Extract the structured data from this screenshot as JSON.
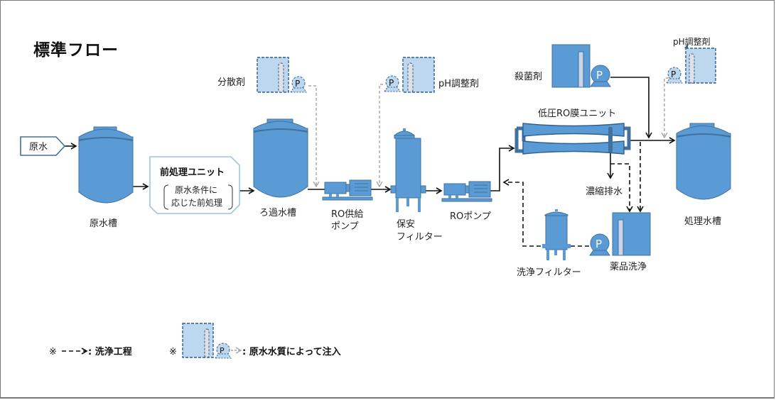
{
  "title": "標準フロー",
  "colors": {
    "equipment": "#5b9bd5",
    "equipment_stroke": "#41719c",
    "optional_fill": "#bdd7ee",
    "optional_stroke": "#2e5f8f",
    "gauge": "#c9d4ea",
    "flow_line": "#111111",
    "optional_line": "#a6a6a6",
    "pretreat_border": "#9dc3e6",
    "raw_border": "#41719c"
  },
  "nodes": {
    "raw_water": "原水",
    "raw_tank": "原水槽",
    "pretreatment_title": "前処理ユニット",
    "pretreatment_line1": "原水条件に",
    "pretreatment_line2": "応じた前処理",
    "filtered_tank": "ろ過水槽",
    "dispersant": "分散剤",
    "ro_feed_pump_line1": "RO供給",
    "ro_feed_pump_line2": "ポンプ",
    "ph_adjuster_1": "pH調整剤",
    "safety_filter_line1": "保安",
    "safety_filter_line2": "フィルター",
    "ro_pump": "ROポンプ",
    "ro_membrane_unit": "低圧RO膜ユニット",
    "sterilizer": "殺菌剤",
    "ph_adjuster_2": "pH調整剤",
    "concentrate_drain": "濃縮排水",
    "treated_tank": "処理水槽",
    "cleaning_filter": "洗浄フィルター",
    "chemical_cleaning": "薬品洗浄",
    "pump_letter": "P"
  },
  "legend": {
    "mark": "※",
    "dashed_label": ":  洗浄工程",
    "optional_label": ": 原水水質によって注入"
  }
}
